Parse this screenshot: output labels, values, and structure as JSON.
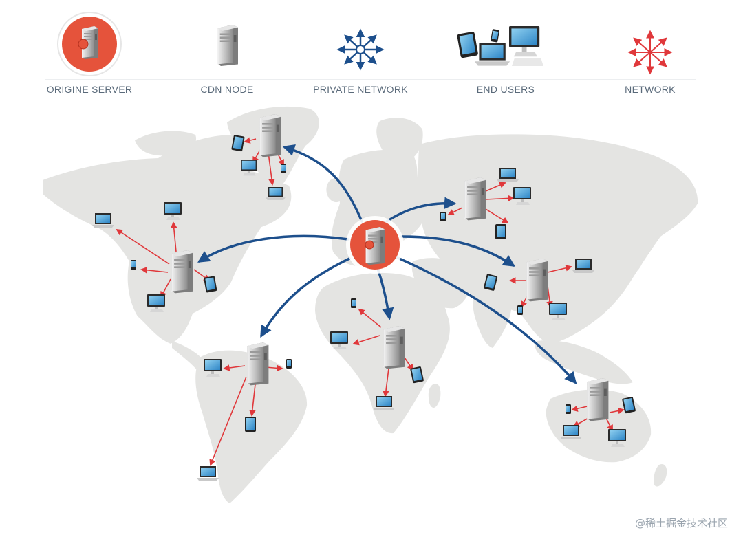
{
  "legend": {
    "origin_server": "ORIGINE SERVER",
    "cdn_node": "CDN NODE",
    "private_network": "PRIVATE NETWORK",
    "end_users": "END USERS",
    "network": "NETWORK"
  },
  "watermark": "@稀土掘金技术社区",
  "colors": {
    "map_land": "#e4e4e2",
    "origin_red": "#e5533b",
    "private_network_blue": "#1d4f8c",
    "network_red": "#e0383b",
    "label_gray": "#5a6a7a"
  },
  "icons": {
    "origin_server": "origin-server-icon",
    "cdn_node": "server-tower-icon",
    "private_network": "hub-arrows-icon",
    "end_users": "devices-icon",
    "network": "network-star-icon"
  }
}
